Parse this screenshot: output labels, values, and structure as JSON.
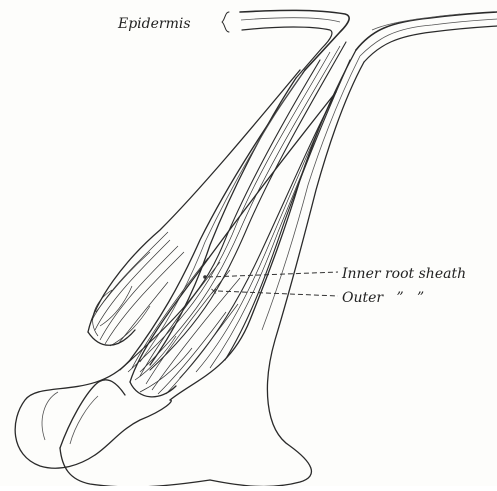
{
  "labels": {
    "epidermis": "Epidermis",
    "inner_root_sheath": "Inner root sheath",
    "outer_ditto": "Outer   ”   ”"
  }
}
